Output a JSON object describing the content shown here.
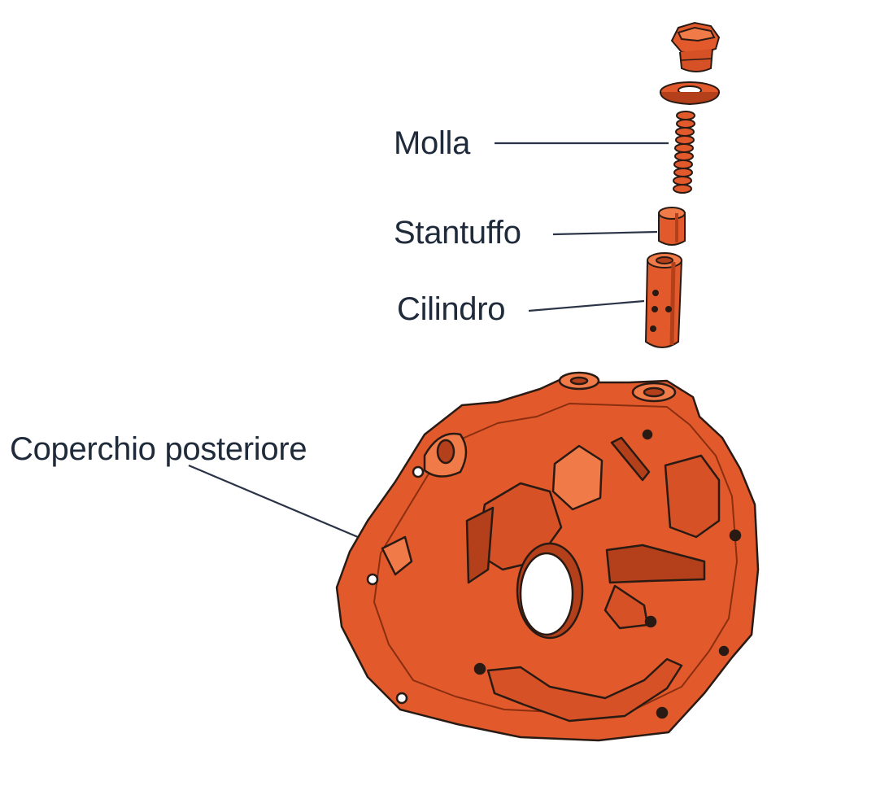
{
  "labels": {
    "spring": "Molla",
    "piston": "Stantuffo",
    "cylinder": "Cilindro",
    "rear_cover": "Coperchio posteriore"
  },
  "colors": {
    "part_fill": "#e25a2b",
    "part_light": "#f07a48",
    "part_dark": "#b3401a",
    "outline": "#2a1a14",
    "text": "#1f2a3a",
    "leader": "#2a3446"
  },
  "icons": {
    "plug": "hex-plug-icon",
    "washer": "washer-icon",
    "spring": "coil-spring-icon",
    "piston": "piston-icon",
    "cylinder": "cylinder-sleeve-icon",
    "cover": "rear-cover-casting-icon"
  }
}
